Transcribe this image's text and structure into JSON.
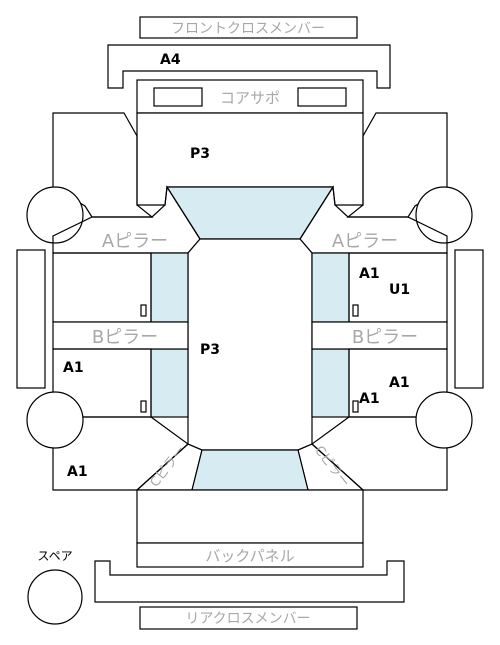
{
  "diagram": {
    "labels": {
      "front_cross_member": "フロントクロスメンバー",
      "core_support": "コアサポ",
      "a_pillar_left": "Aピラー",
      "a_pillar_right": "Aピラー",
      "b_pillar_left": "Bピラー",
      "b_pillar_right": "Bピラー",
      "c_pillar_left": "Cピラー",
      "c_pillar_right": "Cピラー",
      "back_panel": "バックパネル",
      "rear_cross_member": "リアクロスメンバー",
      "spare": "スペア"
    },
    "marks": {
      "a4": "A4",
      "p3_hood": "P3",
      "p3_roof": "P3",
      "a1_right_front_door": "A1",
      "u1_right_front_door": "U1",
      "a1_left_rear_door": "A1",
      "a1_right_rear_door_a": "A1",
      "a1_right_rear_door_b": "A1",
      "a1_left_rear_quarter": "A1"
    }
  }
}
